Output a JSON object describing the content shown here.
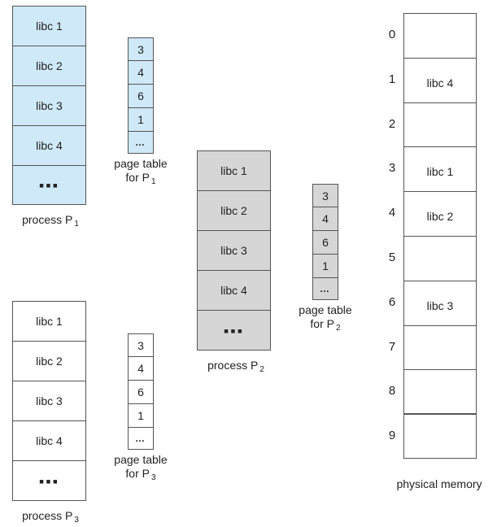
{
  "colors": {
    "p1_fill": "#cfe9f9",
    "p2_fill": "#d6d6d6",
    "p3_fill": "#ffffff",
    "pt_p1_fill": "#cfe9f9",
    "pt_p2_fill": "#d6d6d6",
    "pt_p3_fill": "#ffffff"
  },
  "process_segments": [
    "libc 1",
    "libc 2",
    "libc 3",
    "libc 4",
    "…"
  ],
  "page_table_entries": [
    "3",
    "4",
    "6",
    "1",
    "…"
  ],
  "p1": {
    "label": "process",
    "sub": "1",
    "pt_label1": "page table",
    "pt_label2": "for P",
    "pt_sub": "1"
  },
  "p2": {
    "label": "process",
    "sub": "2",
    "pt_label1": "page table",
    "pt_label2": "for P",
    "pt_sub": "2"
  },
  "p3": {
    "label": "process",
    "sub": "3",
    "pt_label1": "page table",
    "pt_label2": "for P",
    "pt_sub": "3"
  },
  "physical_memory": {
    "label": "physical memory",
    "frames": [
      {
        "num": "0",
        "content": ""
      },
      {
        "num": "1",
        "content": "libc 4"
      },
      {
        "num": "2",
        "content": ""
      },
      {
        "num": "3",
        "content": "libc 1"
      },
      {
        "num": "4",
        "content": "libc 2"
      },
      {
        "num": "5",
        "content": ""
      },
      {
        "num": "6",
        "content": "libc 3"
      },
      {
        "num": "7",
        "content": ""
      },
      {
        "num": "8",
        "content": ""
      },
      {
        "num": "9",
        "content": ""
      }
    ]
  }
}
